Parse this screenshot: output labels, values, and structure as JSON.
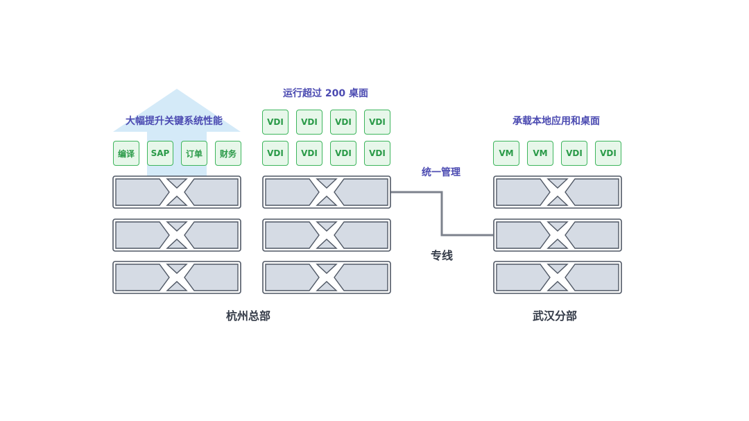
{
  "hq": {
    "name": "杭州总部",
    "perf_label": "大幅提升关键系统性能",
    "vdi_label": "运行超过 200 桌面",
    "apps": [
      "编译",
      "SAP",
      "订单",
      "财务"
    ],
    "vdi_tiles": [
      "VDI",
      "VDI",
      "VDI",
      "VDI",
      "VDI",
      "VDI",
      "VDI",
      "VDI"
    ]
  },
  "branch": {
    "name": "武汉分部",
    "label": "承载本地应用和桌面",
    "tiles": [
      "VM",
      "VM",
      "VDI",
      "VDI"
    ]
  },
  "link": {
    "mgmt_label": "统一管理",
    "line_label": "专线"
  },
  "colors": {
    "accent_purple": "#4b4ab1",
    "tile_green": "#3db55c",
    "tile_fill": "#e7f7ea",
    "arrow_blue": "#d4eaf8",
    "server_fill": "#d5dbe4",
    "outline": "#4f5764"
  }
}
